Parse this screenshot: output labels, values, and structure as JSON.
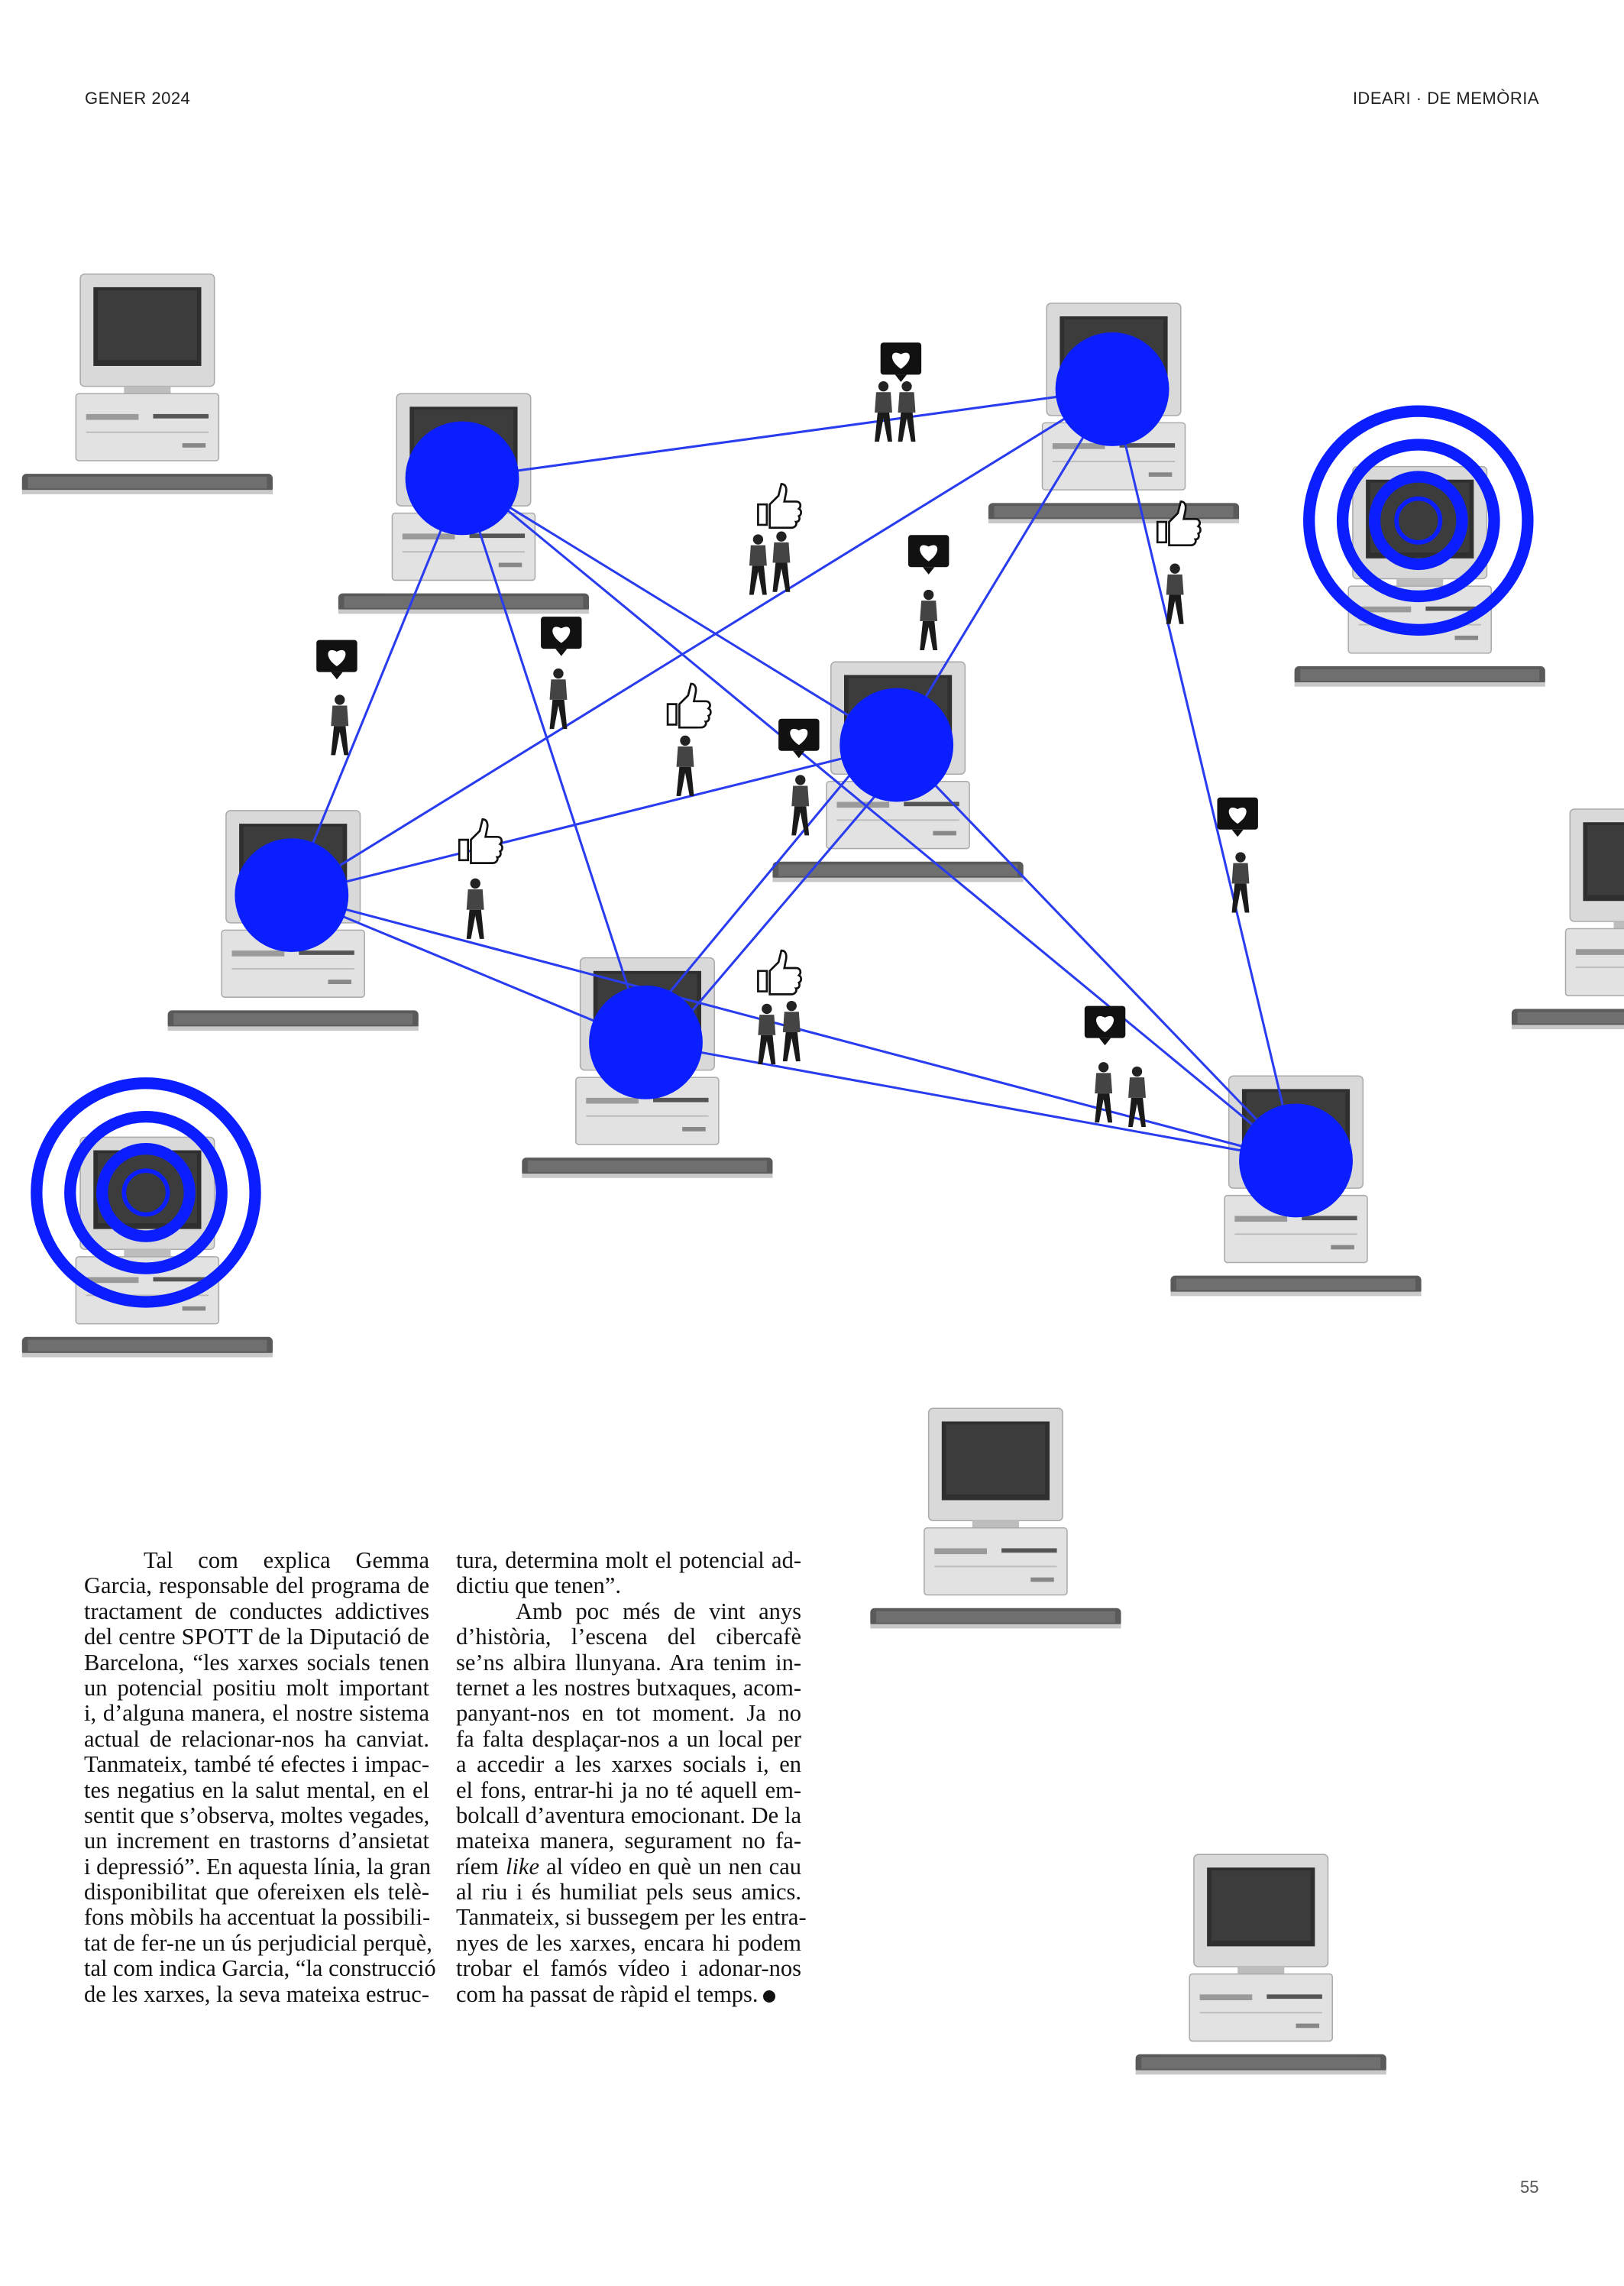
{
  "header": {
    "left": "GENER 2024",
    "right": "IDEARI · DE MEMÒRIA"
  },
  "page_number": "55",
  "colors": {
    "node_blue": "#0a1eff",
    "line_blue": "#2a3cf0"
  },
  "icons": [
    "computer-icon",
    "heart-bubble-icon",
    "thumbs-up-icon",
    "person-figure-icon",
    "target-rings-icon"
  ],
  "article": {
    "column1": [
      {
        "text": "Tal com explica Gemma",
        "indent": true
      },
      {
        "text": "Garcia, responsable del programa de"
      },
      {
        "text": "tractament de conductes addictives"
      },
      {
        "text": "del centre SPOTT de la Diputació de"
      },
      {
        "text": "Barcelona, “les xarxes socials tenen"
      },
      {
        "text": "un potencial positiu molt important"
      },
      {
        "text": "i, d’alguna manera, el nostre sistema"
      },
      {
        "text": "actual de relacionar-nos ha canviat."
      },
      {
        "text": "Tanmateix, també té efectes i impac-"
      },
      {
        "text": "tes negatius en la salut mental, en el"
      },
      {
        "text": "sentit que s’observa, moltes vegades,"
      },
      {
        "text": "un increment en trastorns d’ansietat"
      },
      {
        "text": "i depressió”. En aquesta línia, la gran"
      },
      {
        "text": "disponibilitat que ofereixen els telè-"
      },
      {
        "text": "fons mòbils ha accentuat la possibili-"
      },
      {
        "text": "tat de fer-ne un ús perjudicial perquè,"
      },
      {
        "text": "tal com indica Garcia, “la construcció"
      },
      {
        "text": "de les xarxes, la seva mateixa estruc-"
      }
    ],
    "column2": [
      {
        "text": "tura, determina molt el potencial ad-"
      },
      {
        "text": "dictiu que tenen”.",
        "last": true
      },
      {
        "text": "Amb poc més de vint anys",
        "indent": true
      },
      {
        "text": "d’història, l’escena del cibercafè"
      },
      {
        "text": "se’ns albira llunyana. Ara tenim in-"
      },
      {
        "text": "ternet a les nostres butxaques, acom-"
      },
      {
        "text": "panyant-nos en tot moment. Ja no"
      },
      {
        "text": "fa falta desplaçar-nos a un local per"
      },
      {
        "text": "a accedir a les xarxes socials i, en"
      },
      {
        "text": "el fons, entrar-hi ja no té aquell em-"
      },
      {
        "text": "bolcall d’aventura emocionant. De la"
      },
      {
        "text": "mateixa manera, segurament no fa-"
      },
      {
        "before": "ríem ",
        "italic": "like",
        "after": " al vídeo en què un nen cau"
      },
      {
        "text": "al riu i és humiliat pels seus amics."
      },
      {
        "text": "Tanmateix, si bussegem per les entra-"
      },
      {
        "text": "nyes de les xarxes, encara hi podem"
      },
      {
        "text": "trobar el famós vídeo i adonar-nos"
      },
      {
        "text": "com ha passat de ràpid el temps.",
        "last": true,
        "end_mark": true
      }
    ]
  }
}
